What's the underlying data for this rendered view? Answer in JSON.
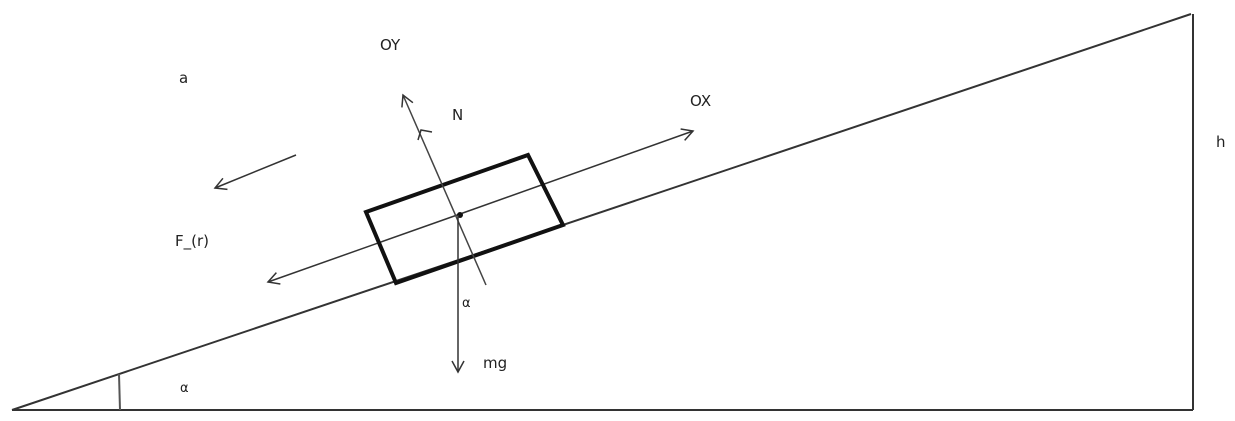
{
  "labels": {
    "oy": "OY",
    "ox": "OX",
    "n": "N",
    "a": "a",
    "friction": "F_(r)",
    "alpha_block": "α",
    "alpha_base": "α",
    "mg": "mg",
    "h": "h"
  },
  "colors": {
    "line": "#333333",
    "block": "#111111",
    "background": "#ffffff"
  }
}
